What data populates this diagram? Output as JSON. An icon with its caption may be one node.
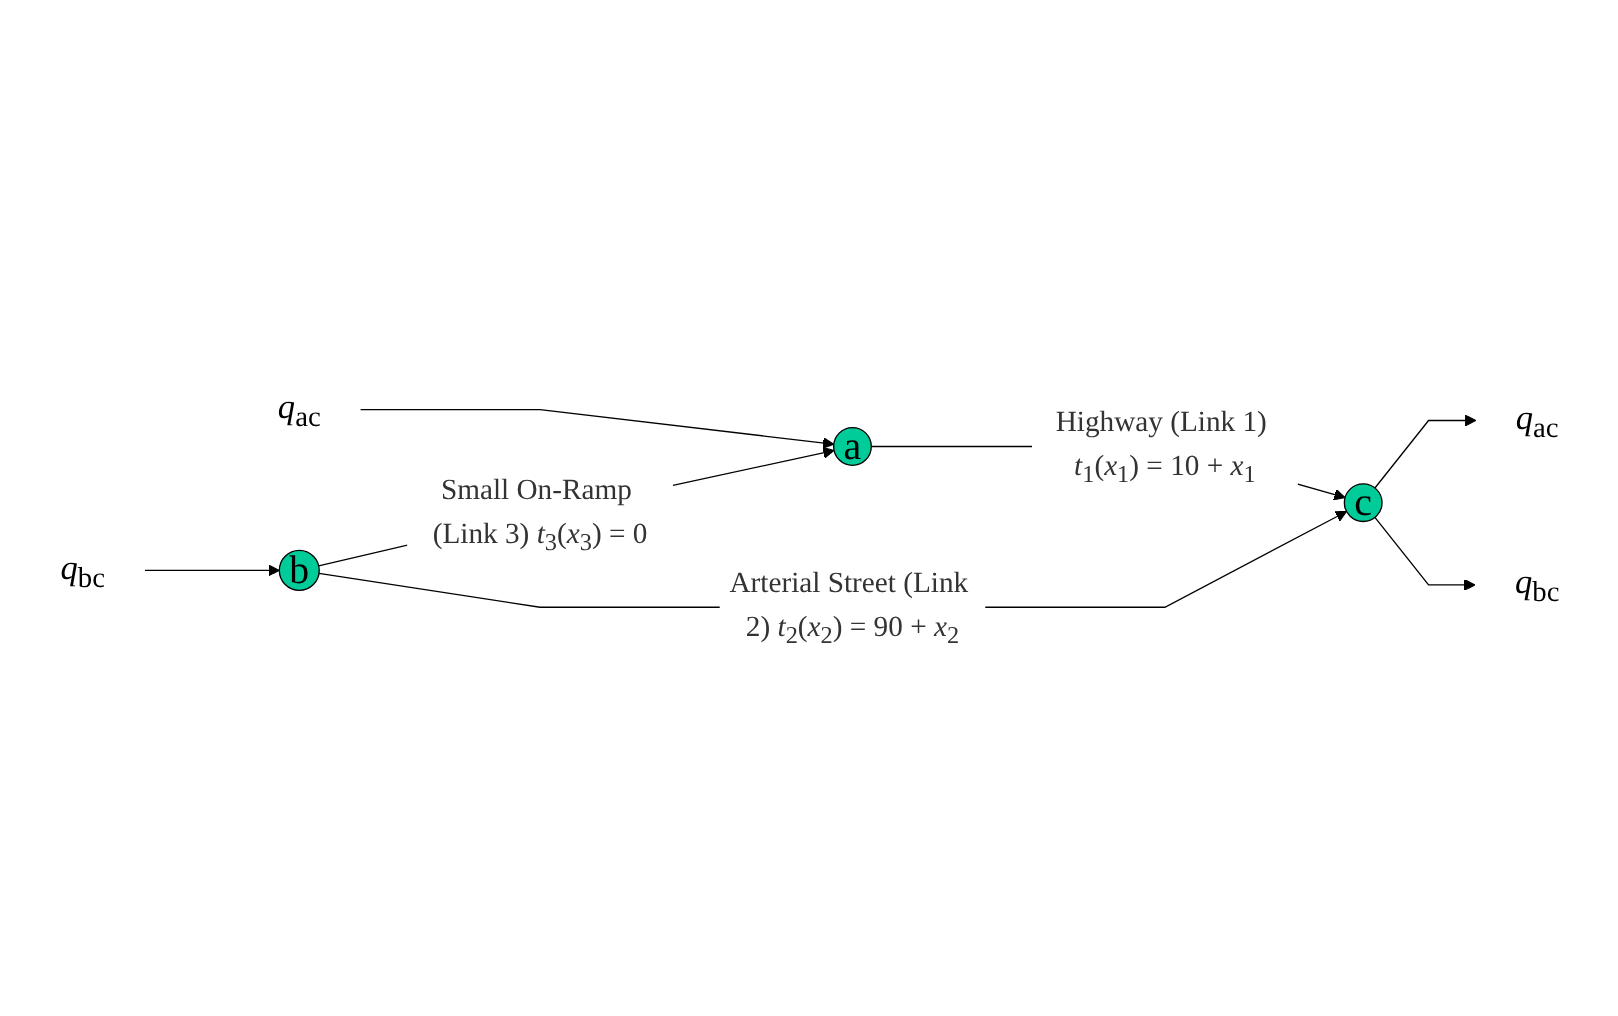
{
  "diagram": {
    "nodes": [
      {
        "text": [
          "*q*$_{ac}$"
        ]
      },
      {
        "text": [
          "a"
        ]
      },
      {
        "text": [
          "c"
        ]
      },
      {
        "text": [
          "*q*$_{ac}$"
        ]
      },
      {
        "text": [
          "*q*$_{bc}$"
        ]
      },
      {
        "text": [
          "b"
        ]
      },
      {
        "text": [
          "*q*$_{bc}$"
        ]
      }
    ],
    "edges": [
      {
        "from": 0,
        "to": 1,
        "arrow": "to"
      },
      {
        "from": 1,
        "to": 2,
        "arrow": "to",
        "label": "Highway (Link 1) *t*$_{1}$(*x*$_{1}$) = 10 + *x*$_{1}$"
      },
      {
        "from": 2,
        "to": 3,
        "arrow": "to"
      },
      {
        "from": 2,
        "to": 4,
        "arrow": "to"
      },
      {
        "from": 5,
        "to": 1,
        "arrow": "to",
        "label": "Small On-Ramp (Link 3) *t*$_{3}$(*x*$_{3}$) = 0"
      },
      {
        "from": 5,
        "to": 2,
        "arrow": "to",
        "label": "Arterial Street (Link 2) *t*$_{2}$(*x*$_{2}$) = 90 + *x*$_{2}$"
      },
      {
        "from": 6,
        "to": 5,
        "arrow": "to"
      }
    ]
  }
}
